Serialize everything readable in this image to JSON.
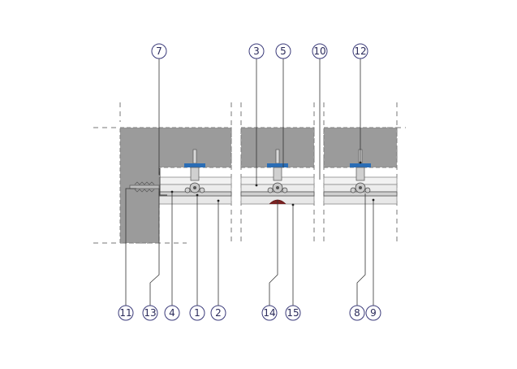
{
  "callouts": {
    "c7": "7",
    "c3": "3",
    "c5": "5",
    "c10": "10",
    "c12": "12",
    "c11": "11",
    "c13": "13",
    "c4": "4",
    "c1": "1",
    "c2": "2",
    "c14": "14",
    "c15": "15",
    "c8": "8",
    "c9": "9"
  },
  "colors": {
    "concrete": "#9b9b9b",
    "concrete_edge": "#7d7d7d",
    "board": "#e8e8e8",
    "board_edge": "#8a8a8a",
    "hanger_blue": "#2a6db5",
    "callout_stroke": "#3a3a7a",
    "callout_text": "#2a2a5a",
    "leader": "#333333",
    "dash": "#777777"
  }
}
